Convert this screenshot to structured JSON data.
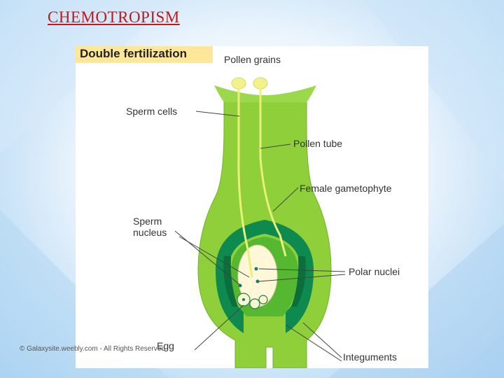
{
  "slide": {
    "title": "CHEMOTROPISM"
  },
  "figure": {
    "title": "Double fertilization",
    "labels": {
      "pollen_grains": "Pollen grains",
      "sperm_cells": "Sperm cells",
      "pollen_tube": "Pollen tube",
      "female_gametophyte": "Female gametophyte",
      "sperm_nucleus_line1": "Sperm",
      "sperm_nucleus_line2": "nucleus",
      "polar_nuclei": "Polar nuclei",
      "egg": "Egg",
      "integuments": "Integuments"
    },
    "credit": "© Galaxysite.weebly.com - All Rights Reserved",
    "colors": {
      "outer_green": "#8fd03a",
      "dark_green": "#0f8a4e",
      "inner_green": "#56b830",
      "pollen_yellow": "#f2f28a",
      "central_cell": "#fff8d8",
      "title_box": "#ffe79a"
    }
  }
}
